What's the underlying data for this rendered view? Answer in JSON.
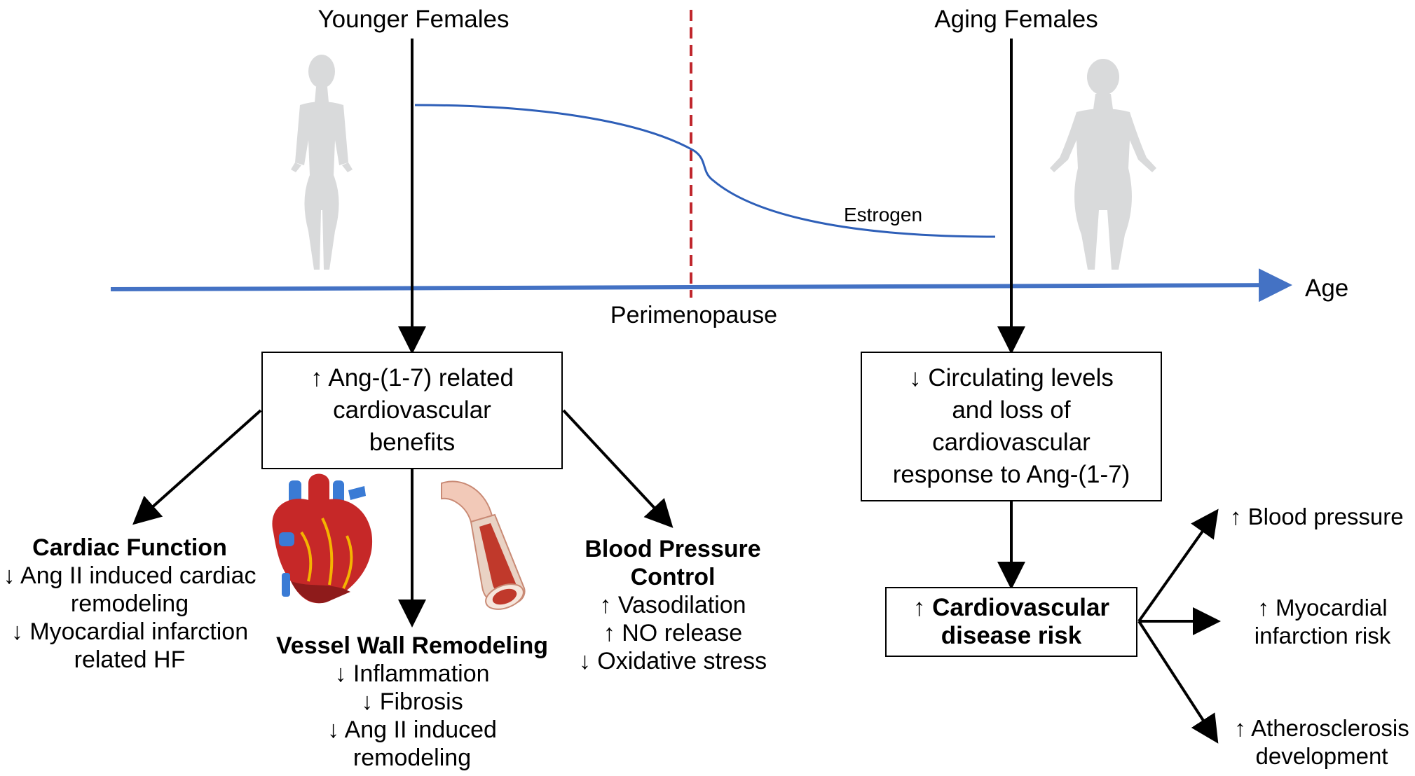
{
  "header": {
    "younger_title": "Younger Females",
    "aging_title": "Aging Females"
  },
  "timeline": {
    "axis_label": "Age",
    "perimenopause_label": "Perimenopause",
    "curve_label": "Estrogen"
  },
  "colors": {
    "axis_blue": "#4472c4",
    "curve_blue": "#2e5fb8",
    "divider_red": "#c0272d",
    "silhouette": "#d9dadb",
    "arrow": "#000000"
  },
  "young_box": {
    "lines": [
      "↑ Ang-(1-7) related",
      "cardiovascular",
      "benefits"
    ]
  },
  "aging_box": {
    "lines": [
      "↓ Circulating levels",
      "and loss of",
      "cardiovascular",
      "response to Ang-(1-7)"
    ]
  },
  "cardiac": {
    "title": "Cardiac Function",
    "lines": [
      "↓ Ang II induced cardiac",
      "remodeling",
      "↓ Myocardial infarction",
      "related HF"
    ]
  },
  "vessel": {
    "title": "Vessel Wall Remodeling",
    "lines": [
      "↓ Inflammation",
      "↓ Fibrosis",
      "↓ Ang II induced",
      "remodeling"
    ]
  },
  "bp_control": {
    "title_lines": [
      "Blood Pressure",
      "Control"
    ],
    "lines": [
      "↑ Vasodilation",
      "↑  NO release",
      "↓ Oxidative stress"
    ]
  },
  "risk_box": {
    "prefix": "↑ ",
    "bold_line1": "Cardiovascular",
    "bold_line2": "disease risk"
  },
  "outcomes": {
    "blood_pressure": "↑ Blood pressure",
    "mi_lines": [
      "↑ Myocardial",
      "infarction risk"
    ],
    "athero_lines": [
      "↑ Atherosclerosis",
      "development"
    ]
  },
  "icons": [
    "young-female-silhouette-icon",
    "aging-female-silhouette-icon",
    "heart-icon",
    "blood-vessel-icon"
  ]
}
